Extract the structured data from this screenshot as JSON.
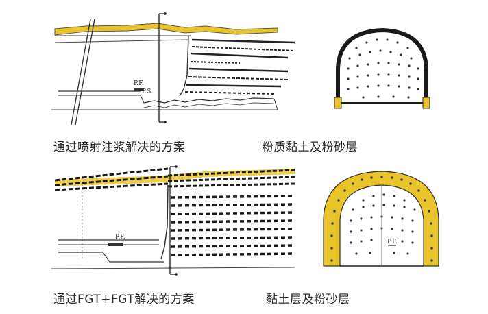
{
  "captions": {
    "top_left": "通过喷射注浆解决的方案",
    "top_right": "粉质黏土及粉砂层",
    "bottom_left": "通过FGT+FGT解决的方案",
    "bottom_right": "黏土层及粉砂层"
  },
  "labels": {
    "pf": "P.F.",
    "ps": "P.S."
  },
  "colors": {
    "grout": "#e9c32a",
    "line": "#222222",
    "background": "#ffffff"
  }
}
